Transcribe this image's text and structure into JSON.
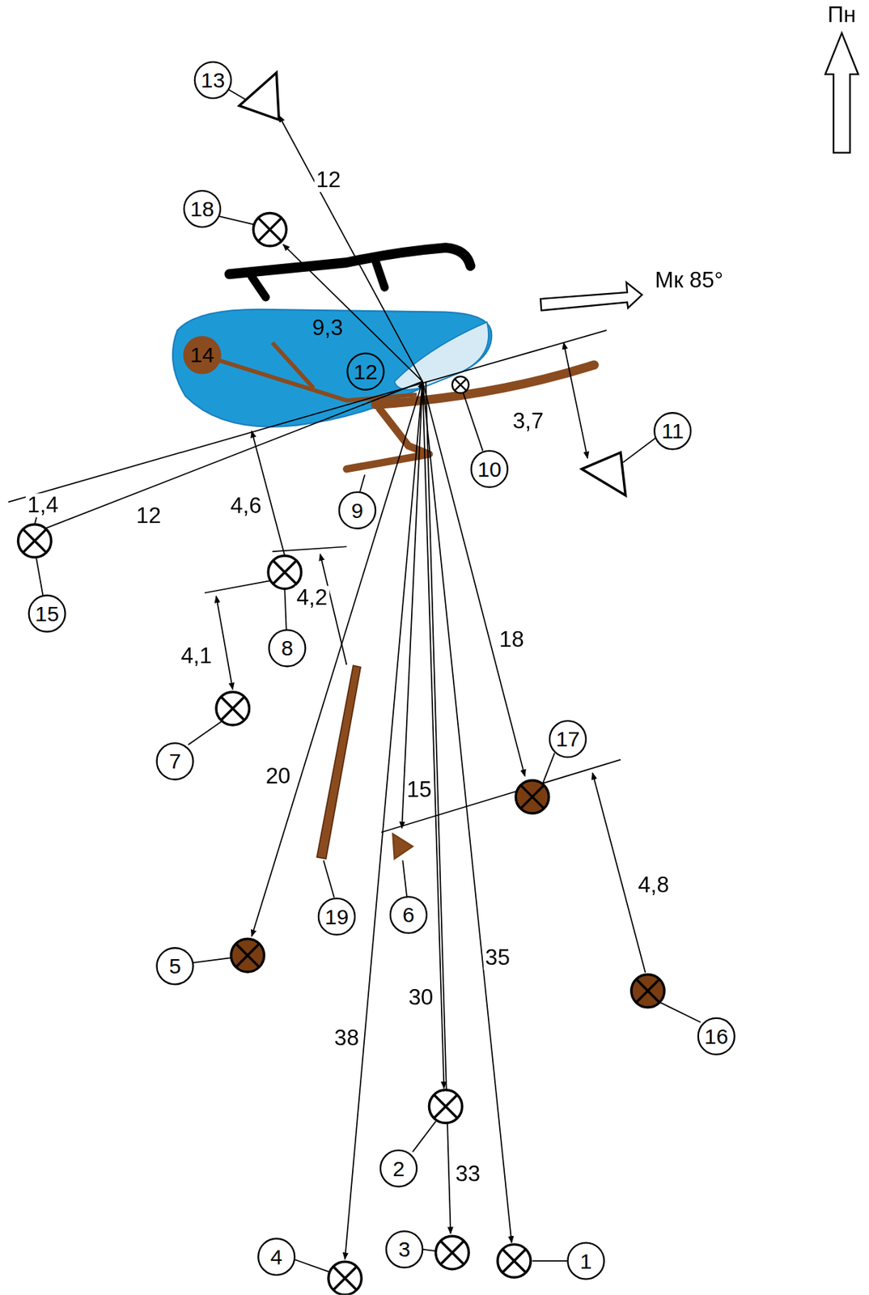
{
  "diagram": {
    "nodes": [
      {
        "text": [
          "13"
        ]
      },
      {
        "text": [
          "18"
        ]
      },
      {
        "text": [
          "12"
        ]
      },
      {
        "text": [
          "14"
        ]
      },
      {
        "text": [
          "11"
        ]
      },
      {
        "text": [
          "10"
        ]
      },
      {
        "text": [
          "9"
        ]
      },
      {
        "text": [
          "15"
        ]
      },
      {
        "text": [
          "8"
        ]
      },
      {
        "text": [
          "7"
        ]
      },
      {
        "text": [
          "17"
        ]
      },
      {
        "text": [
          "19"
        ]
      },
      {
        "text": [
          "6"
        ]
      },
      {
        "text": [
          "5"
        ]
      },
      {
        "text": [
          "16"
        ]
      },
      {
        "text": [
          "2"
        ]
      },
      {
        "text": [
          "4"
        ]
      },
      {
        "text": [
          "3"
        ]
      },
      {
        "text": [
          "1"
        ]
      }
    ],
    "labels": [
      "Пн",
      "12",
      "Мк 85°",
      "9,3",
      "3,7",
      "1,4",
      "12",
      "4,6",
      "4,2",
      "4,1",
      "20",
      "15",
      "18",
      "4,8",
      "38",
      "30",
      "35",
      "33"
    ]
  }
}
